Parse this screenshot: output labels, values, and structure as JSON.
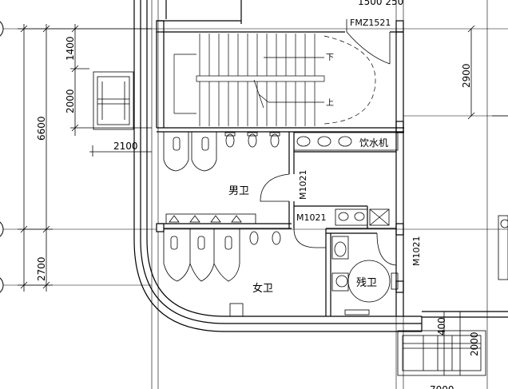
{
  "dimensions": {
    "d1400": "1400",
    "d2000_left": "2000",
    "d6600": "6600",
    "d2100": "2100",
    "d2700": "2700",
    "d2900": "2900",
    "d400": "400",
    "d2000_bottom": "2000",
    "top_partial": "1500 250",
    "bottom_partial": "7000"
  },
  "doors": {
    "fire_door": "FMZ1521",
    "mens_door": "M1021",
    "corridor_door": "M1021",
    "accessible_door": "M1021"
  },
  "rooms": {
    "mens": "男卫",
    "womens": "女卫",
    "accessible": "残卫",
    "water_dispenser": "饮水机"
  },
  "stairs": {
    "down": "下",
    "up": "上"
  },
  "colors": {
    "line": "#000000",
    "background": "#ffffff"
  }
}
